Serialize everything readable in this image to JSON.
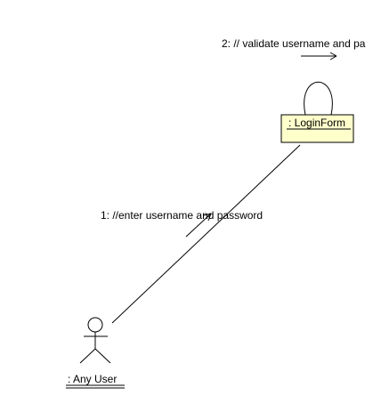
{
  "diagram": {
    "type": "UML collaboration diagram",
    "actor": {
      "name": ": Any User"
    },
    "object": {
      "name": ": LoginForm",
      "fill_color": "#ffffcc",
      "stroke_color": "#000000"
    },
    "messages": [
      {
        "label": "1: //enter username and password",
        "from": "actor",
        "to": "object"
      },
      {
        "label": "2: // validate username and pa",
        "from": "object",
        "to": "object"
      }
    ],
    "line_color": "#000000",
    "background": "#ffffff"
  }
}
